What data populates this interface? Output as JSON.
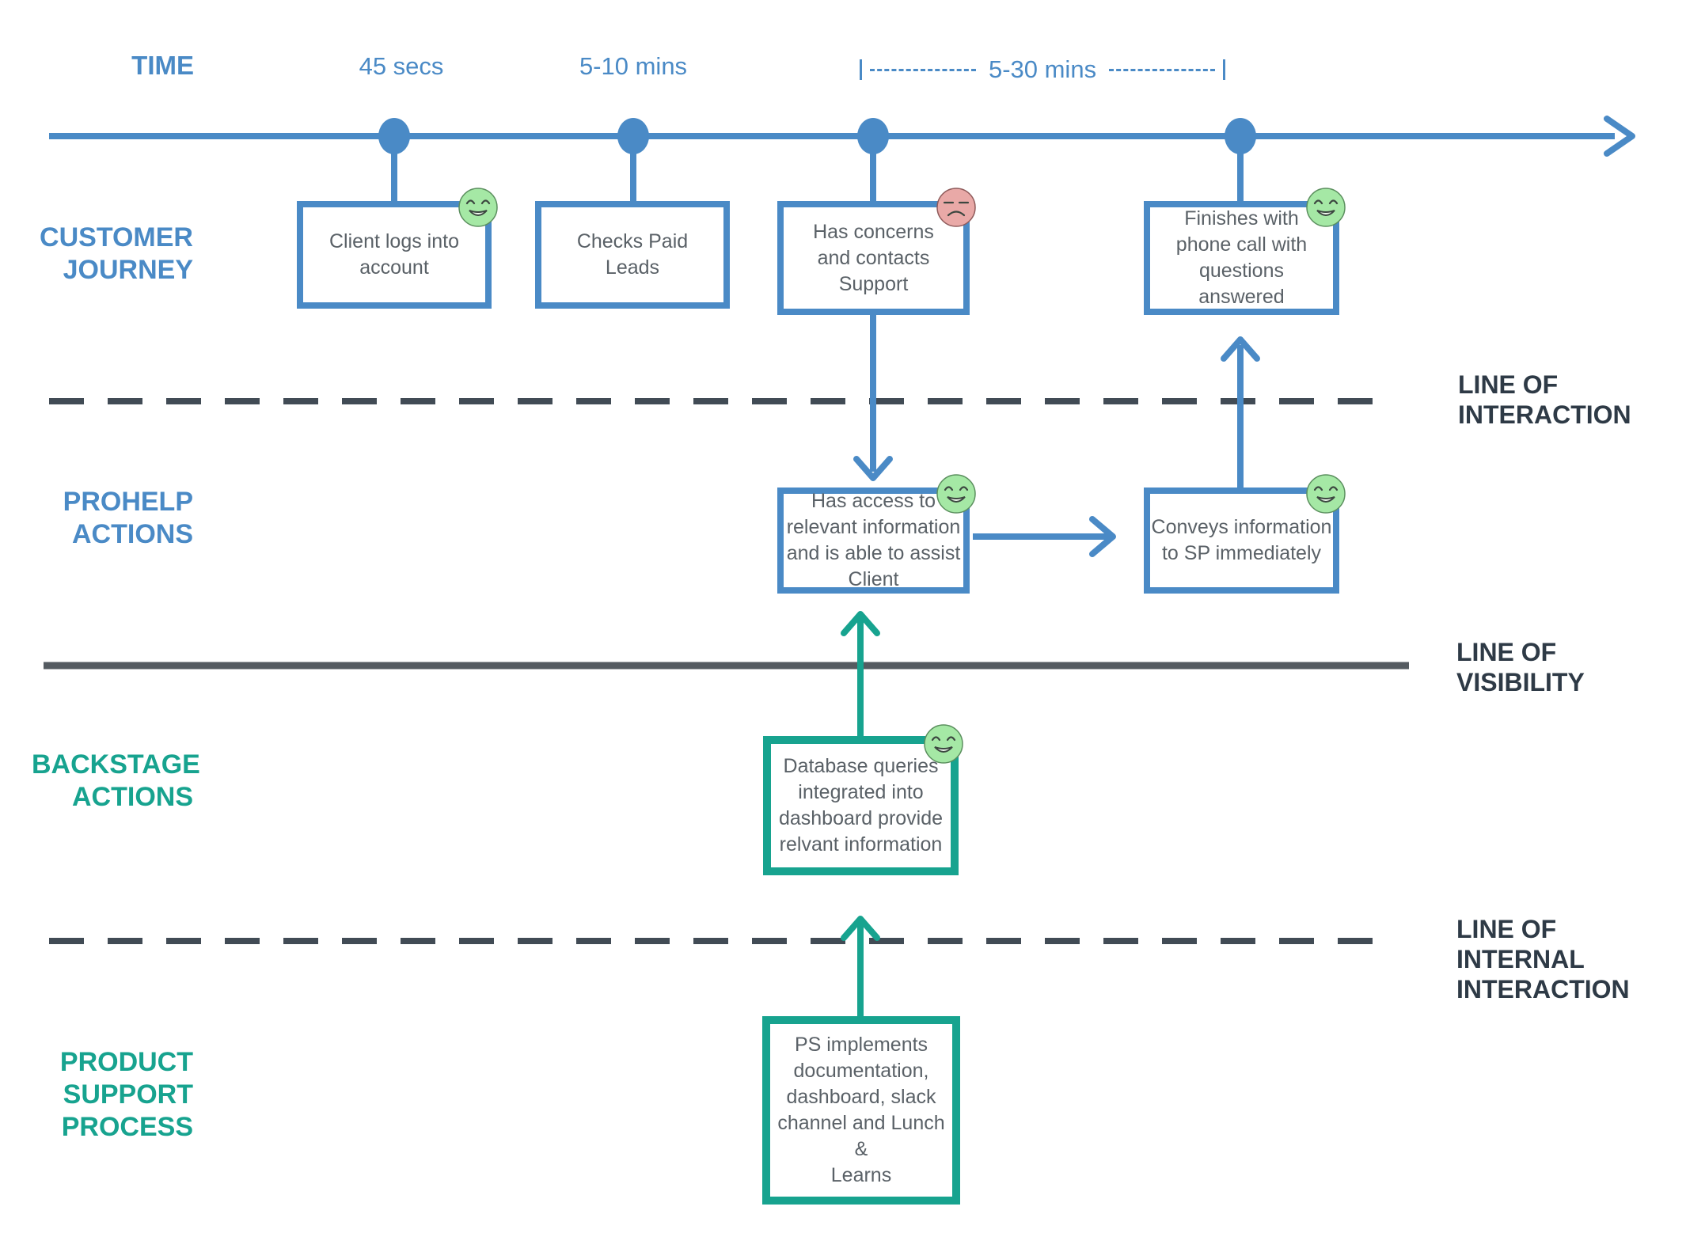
{
  "colors": {
    "blue": "#4a8ac6",
    "teal": "#17a38f",
    "line_dashed": "#414b55",
    "line_solid": "#555b61",
    "label_dark": "#2e3a46",
    "box_text": "#5a6167",
    "smiley_green_fill": "#a5e8a5",
    "smiley_green_stroke": "#5b8f5e",
    "smiley_red_fill": "#e9a9a7",
    "smiley_red_stroke": "#8f5b5b",
    "face_features": "#3c4740"
  },
  "time_axis": {
    "label": "TIME",
    "tick_45s": "45 secs",
    "tick_5_10": "5-10 mins",
    "range_label": "5-30 mins"
  },
  "lane_labels": {
    "customer_journey": "CUSTOMER\nJOURNEY",
    "prohelp": "PROHELP\nACTIONS",
    "backstage": "BACKSTAGE\nACTIONS",
    "product_support": "PRODUCT\nSUPPORT\nPROCESS"
  },
  "line_labels": {
    "interaction": "LINE OF\nINTERACTION",
    "visibility": "LINE OF\nVISIBILITY",
    "internal": "LINE OF INTERNAL\nINTERACTION"
  },
  "boxes": {
    "client_login": {
      "text": "Client logs into\naccount",
      "mood": "happy"
    },
    "checks_leads": {
      "text": "Checks Paid\nLeads",
      "mood": "none"
    },
    "has_concerns": {
      "text": "Has concerns\nand contacts\nSupport",
      "mood": "annoyed"
    },
    "finishes_call": {
      "text": "Finishes with\nphone call with\nquestions\nanswered",
      "mood": "happy"
    },
    "has_access": {
      "text": "Has access to\nrelevant information\nand is able to assist\nClient",
      "mood": "happy"
    },
    "conveys_info": {
      "text": "Conveys information\nto SP immediately",
      "mood": "happy"
    },
    "database_queries": {
      "text": "Database queries\nintegrated into\ndashboard provide\nrelvant information",
      "mood": "happy"
    },
    "ps_implements": {
      "text": "PS implements\ndocumentation,\ndashboard, slack\nchannel and Lunch &\nLearns",
      "mood": "none"
    }
  }
}
